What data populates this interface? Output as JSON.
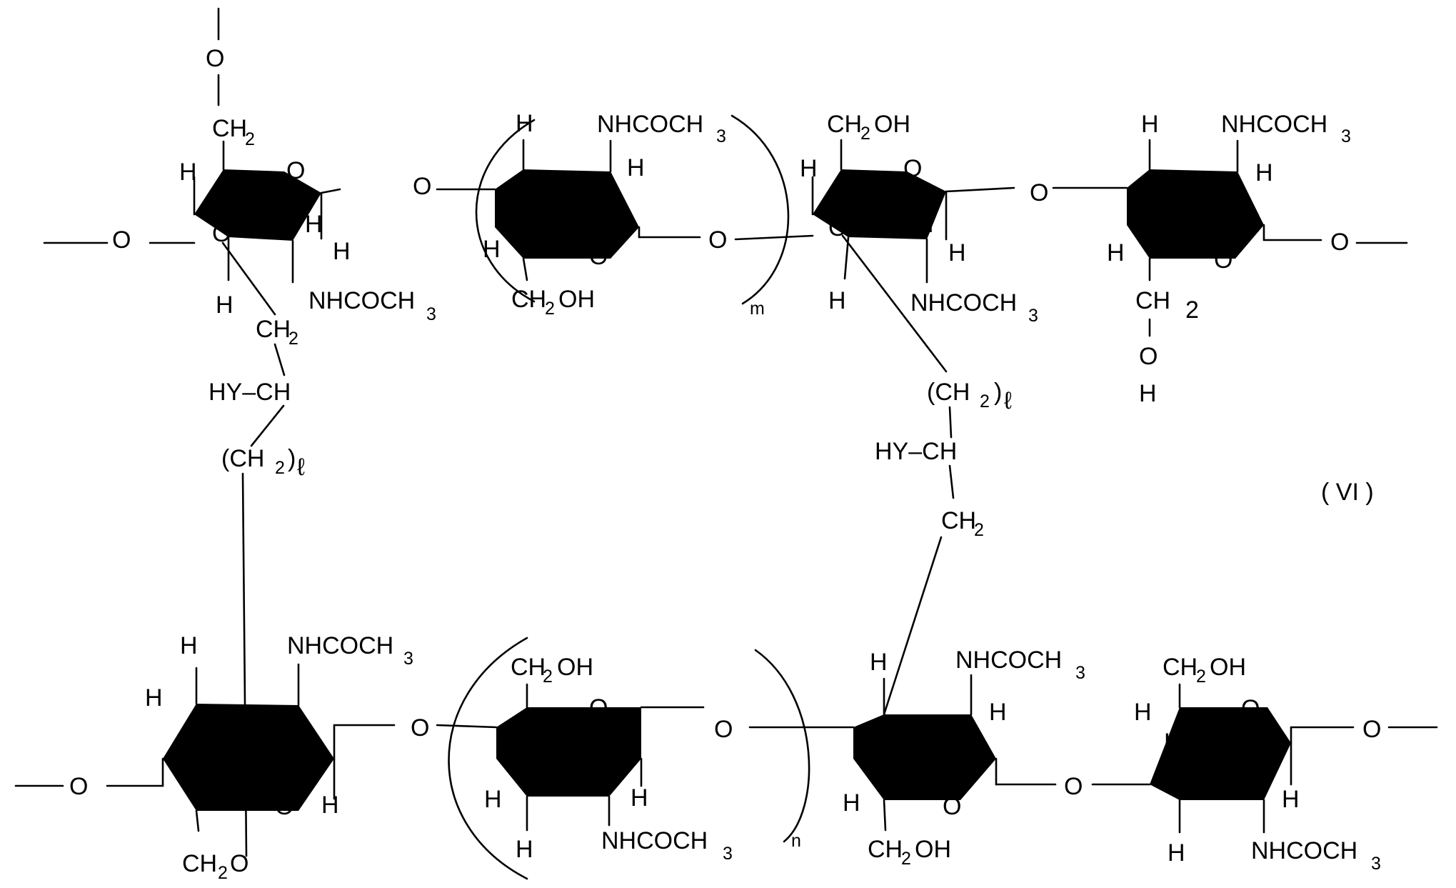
{
  "formula_number": "( VI )",
  "atoms": {
    "O": "O",
    "H": "H",
    "OH": "OH",
    "NHCOCH": "NHCOCH",
    "CH": "CH",
    "HY_CH": "HY–CH",
    "CH2OH": {
      "a": "CH",
      "b": "2",
      "c": "OH"
    },
    "CH2O": {
      "a": "CH",
      "b": "2",
      "c": "O"
    },
    "CH2L": {
      "a": "(CH",
      "b": "2",
      "c": ")"
    },
    "sub2": "2",
    "sub3": "3",
    "ell": "ℓ"
  },
  "repeat_indices": {
    "m": "m",
    "n": "n"
  },
  "colors": {
    "ink": "#000000",
    "paper": "#ffffff"
  }
}
